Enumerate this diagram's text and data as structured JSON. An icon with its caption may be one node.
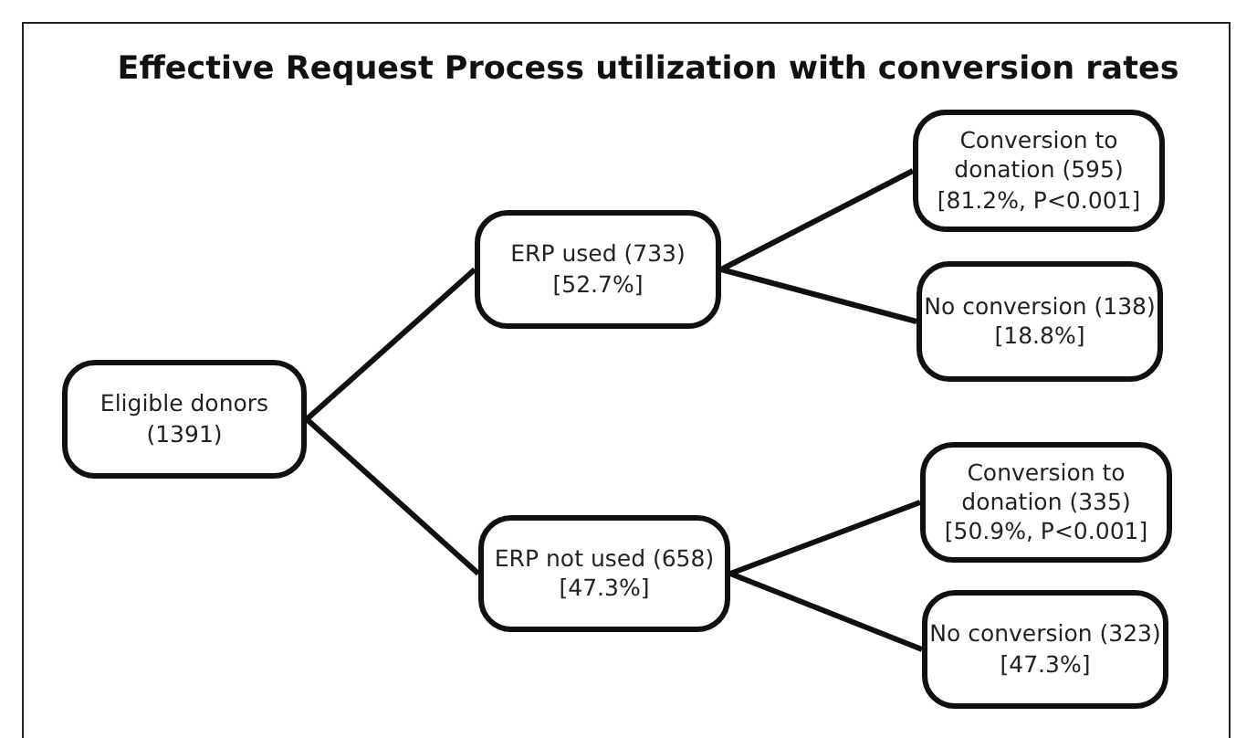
{
  "diagram": {
    "title": "Effective Request Process utilization with conversion rates",
    "nodes": [
      {
        "text": [
          "Eligible donors (1391)"
        ]
      },
      {
        "text": [
          "ERP used (733) [52.7%]"
        ]
      },
      {
        "text": [
          "ERP not used (658) [47.3%]"
        ]
      },
      {
        "text": [
          "Conversion to donation (595) [81.2%, P<0.001]"
        ]
      },
      {
        "text": [
          "No conversion (138) [18.8%]"
        ]
      },
      {
        "text": [
          "Conversion to donation (335) [50.9%, P<0.001]"
        ]
      },
      {
        "text": [
          "No conversion (323) [47.3%]"
        ]
      }
    ],
    "edges": [
      {
        "from": 0,
        "to": 1,
        "arrow": "none"
      },
      {
        "from": 0,
        "to": 2,
        "arrow": "none"
      },
      {
        "from": 1,
        "to": 3,
        "arrow": "none"
      },
      {
        "from": 1,
        "to": 4,
        "arrow": "none"
      },
      {
        "from": 2,
        "to": 5,
        "arrow": "none"
      },
      {
        "from": 2,
        "to": 6,
        "arrow": "none"
      }
    ]
  }
}
